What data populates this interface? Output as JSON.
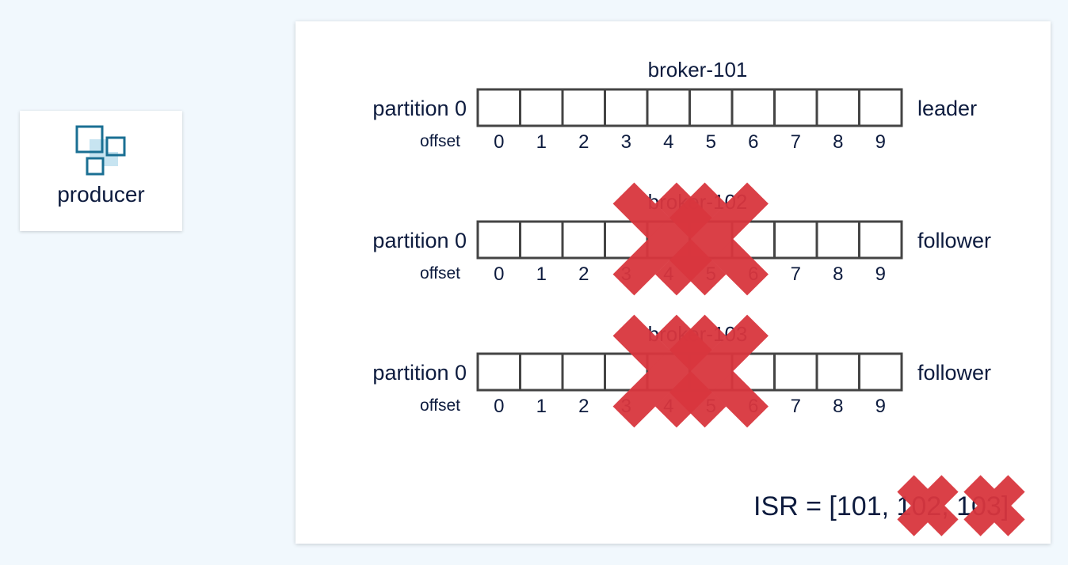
{
  "producer": {
    "label": "producer",
    "icon": "producer-squares-icon"
  },
  "brokers": [
    {
      "name": "broker-101",
      "partition_label": "partition 0",
      "offset_label": "offset",
      "role": "leader",
      "offsets": [
        0,
        1,
        2,
        3,
        4,
        5,
        6,
        7,
        8,
        9
      ],
      "crossed_out": false
    },
    {
      "name": "broker-102",
      "partition_label": "partition 0",
      "offset_label": "offset",
      "role": "follower",
      "offsets": [
        0,
        1,
        2,
        3,
        4,
        5,
        6,
        7,
        8,
        9
      ],
      "crossed_out": true
    },
    {
      "name": "broker-103",
      "partition_label": "partition 0",
      "offset_label": "offset",
      "role": "follower",
      "offsets": [
        0,
        1,
        2,
        3,
        4,
        5,
        6,
        7,
        8,
        9
      ],
      "crossed_out": true
    }
  ],
  "isr": {
    "label": "ISR = [101, 102, 103]",
    "crossed_out_members": [
      "102",
      "103"
    ]
  },
  "colors": {
    "cross": "#d9363e",
    "text": "#0d1b3e",
    "cell_border": "#444444",
    "icon": "#1a6f93",
    "icon_fill": "#c7e4f1"
  }
}
